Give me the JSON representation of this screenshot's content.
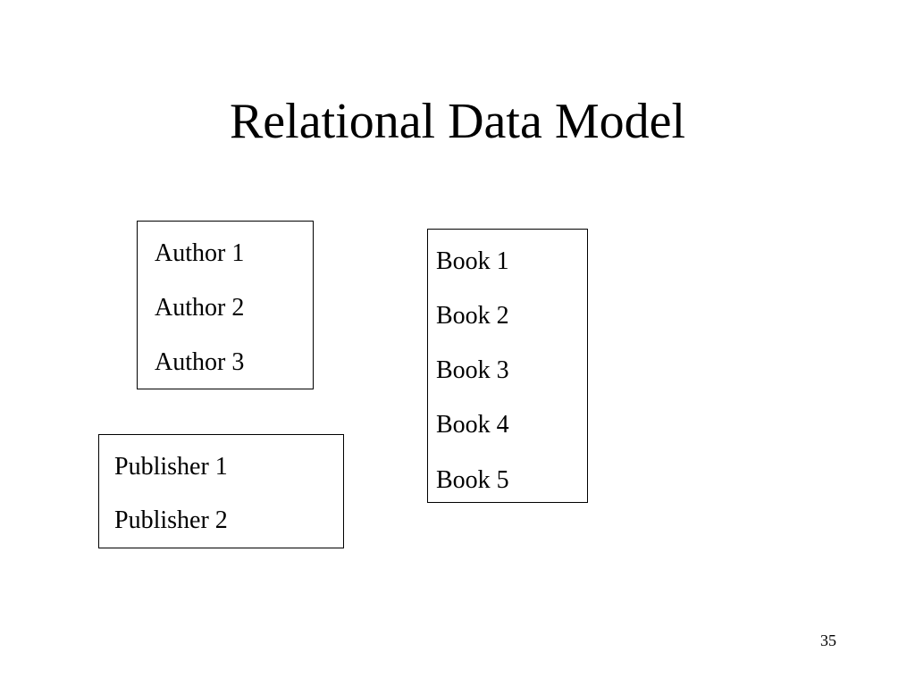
{
  "slide": {
    "title": "Relational Data Model",
    "page_number": "35"
  },
  "tables": {
    "authors": [
      "Author 1",
      "Author 2",
      "Author 3"
    ],
    "books": [
      "Book 1",
      "Book 2",
      "Book 3",
      "Book 4",
      "Book 5"
    ],
    "publishers": [
      "Publisher 1",
      "Publisher 2"
    ]
  }
}
